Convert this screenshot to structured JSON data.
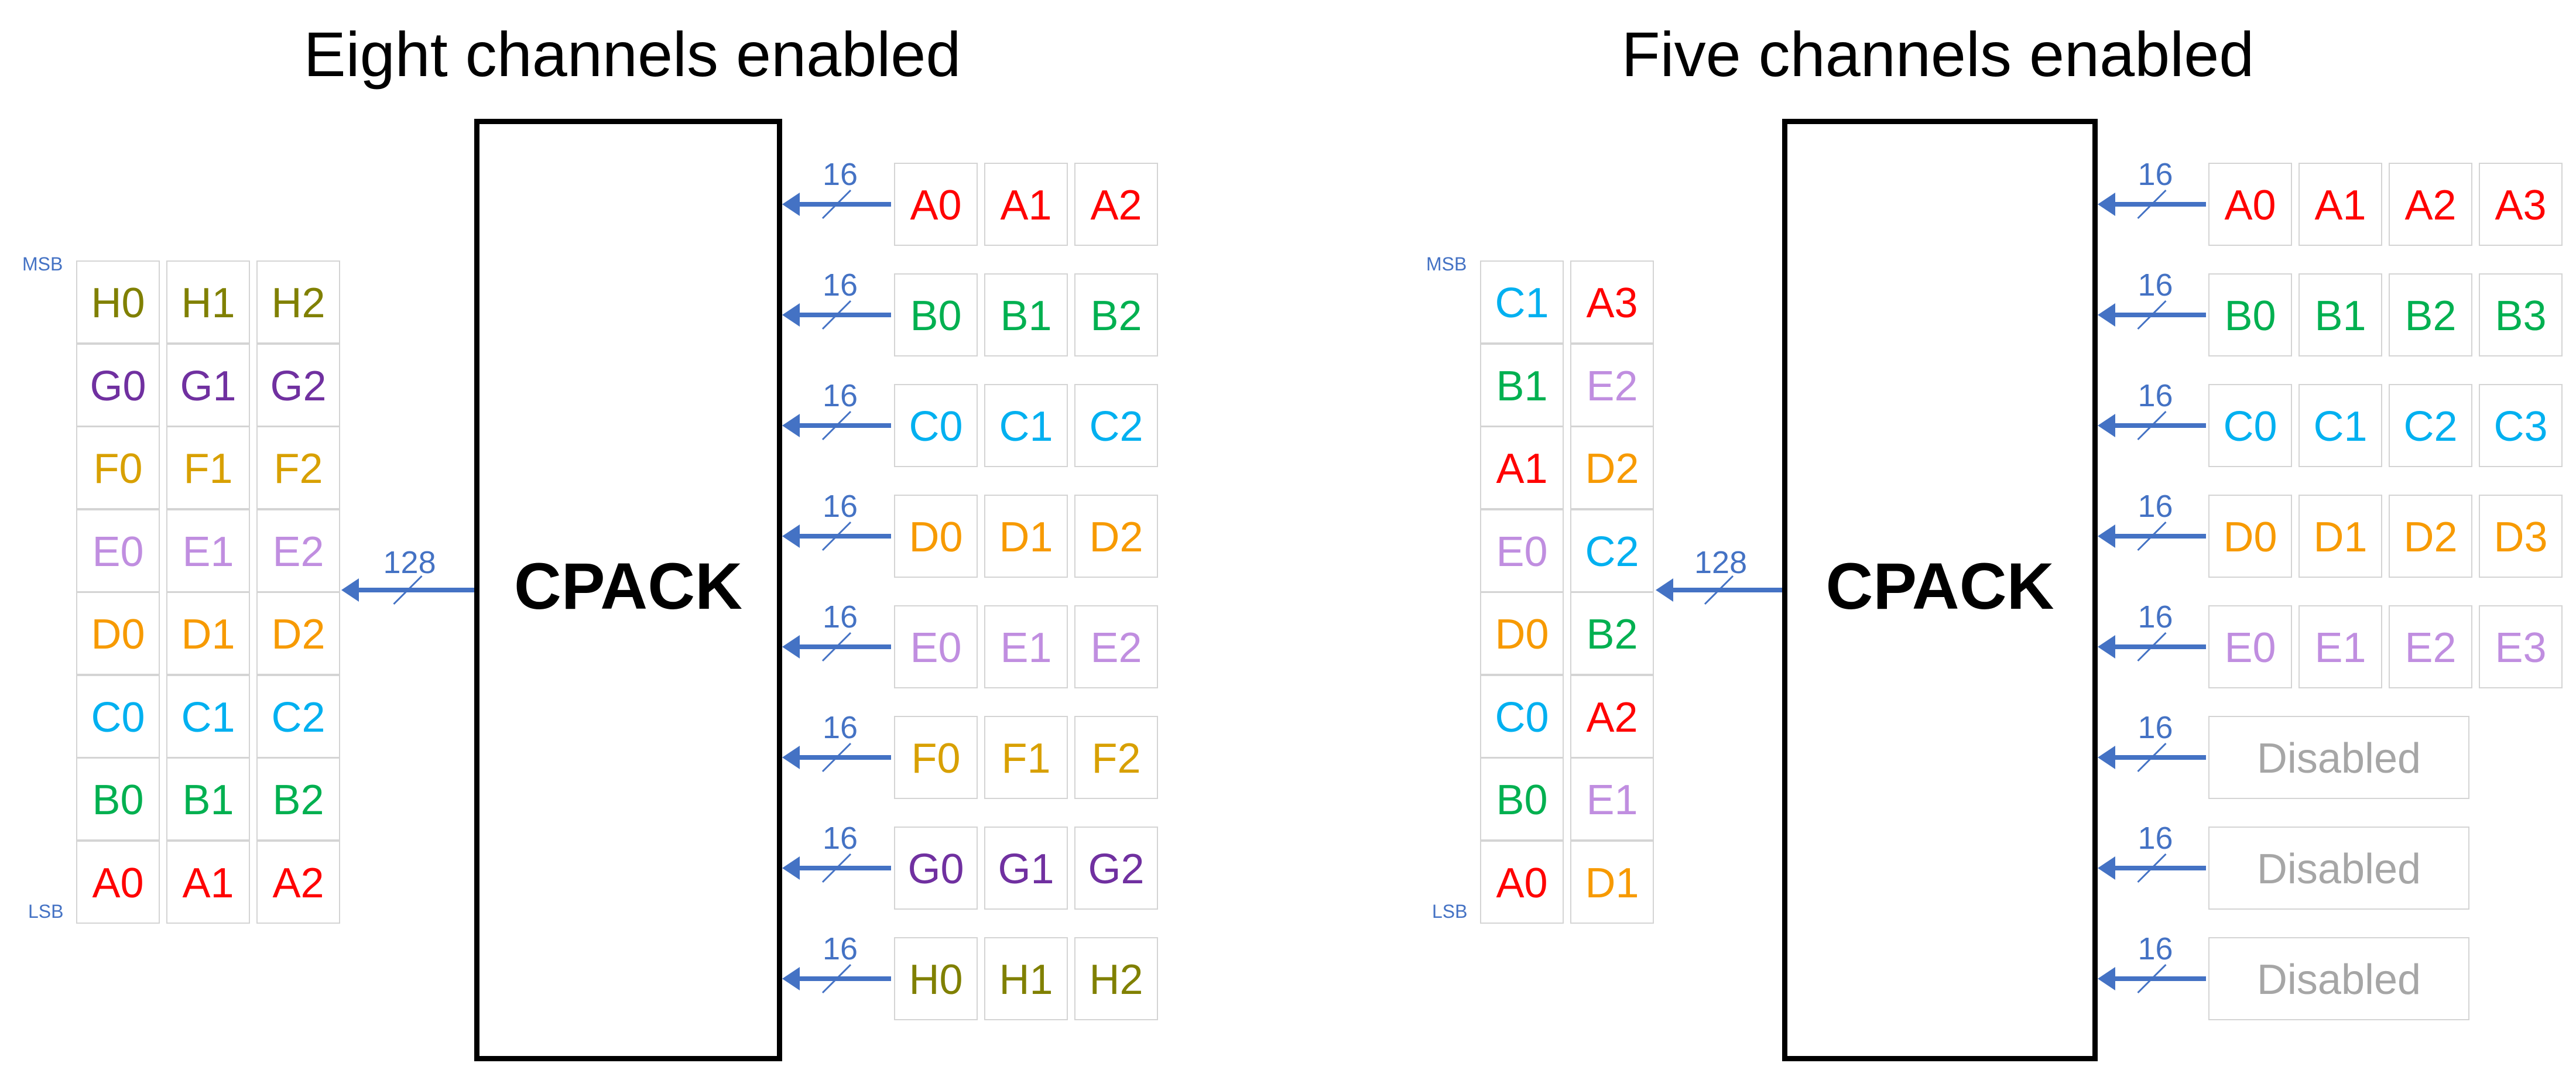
{
  "colors": {
    "A": "#ff0000",
    "B": "#00b050",
    "C": "#00b0f0",
    "D": "#f79a00",
    "E": "#c08ee0",
    "F": "#d8a000",
    "G": "#7030a0",
    "H": "#808000",
    "arrow": "#4472c4",
    "disabled": "#a6a6a6"
  },
  "diagrams": [
    {
      "title": "Eight channels enabled",
      "block_label": "CPACK",
      "output_width": "128",
      "msb_label": "MSB",
      "lsb_label": "LSB",
      "output_rows": [
        [
          "H0",
          "H1",
          "H2"
        ],
        [
          "G0",
          "G1",
          "G2"
        ],
        [
          "F0",
          "F1",
          "F2"
        ],
        [
          "E0",
          "E1",
          "E2"
        ],
        [
          "D0",
          "D1",
          "D2"
        ],
        [
          "C0",
          "C1",
          "C2"
        ],
        [
          "B0",
          "B1",
          "B2"
        ],
        [
          "A0",
          "A1",
          "A2"
        ]
      ],
      "inputs": [
        {
          "width": "16",
          "cells": [
            "A0",
            "A1",
            "A2"
          ]
        },
        {
          "width": "16",
          "cells": [
            "B0",
            "B1",
            "B2"
          ]
        },
        {
          "width": "16",
          "cells": [
            "C0",
            "C1",
            "C2"
          ]
        },
        {
          "width": "16",
          "cells": [
            "D0",
            "D1",
            "D2"
          ]
        },
        {
          "width": "16",
          "cells": [
            "E0",
            "E1",
            "E2"
          ]
        },
        {
          "width": "16",
          "cells": [
            "F0",
            "F1",
            "F2"
          ]
        },
        {
          "width": "16",
          "cells": [
            "G0",
            "G1",
            "G2"
          ]
        },
        {
          "width": "16",
          "cells": [
            "H0",
            "H1",
            "H2"
          ]
        }
      ]
    },
    {
      "title": "Five channels enabled",
      "block_label": "CPACK",
      "output_width": "128",
      "msb_label": "MSB",
      "lsb_label": "LSB",
      "output_rows": [
        [
          "C1",
          "A3"
        ],
        [
          "B1",
          "E2"
        ],
        [
          "A1",
          "D2"
        ],
        [
          "E0",
          "C2"
        ],
        [
          "D0",
          "B2"
        ],
        [
          "C0",
          "A2"
        ],
        [
          "B0",
          "E1"
        ],
        [
          "A0",
          "D1"
        ]
      ],
      "inputs": [
        {
          "width": "16",
          "cells": [
            "A0",
            "A1",
            "A2",
            "A3"
          ]
        },
        {
          "width": "16",
          "cells": [
            "B0",
            "B1",
            "B2",
            "B3"
          ]
        },
        {
          "width": "16",
          "cells": [
            "C0",
            "C1",
            "C2",
            "C3"
          ]
        },
        {
          "width": "16",
          "cells": [
            "D0",
            "D1",
            "D2",
            "D3"
          ]
        },
        {
          "width": "16",
          "cells": [
            "E0",
            "E1",
            "E2",
            "E3"
          ]
        },
        {
          "width": "16",
          "disabled_label": "Disabled"
        },
        {
          "width": "16",
          "disabled_label": "Disabled"
        },
        {
          "width": "16",
          "disabled_label": "Disabled"
        }
      ]
    }
  ]
}
